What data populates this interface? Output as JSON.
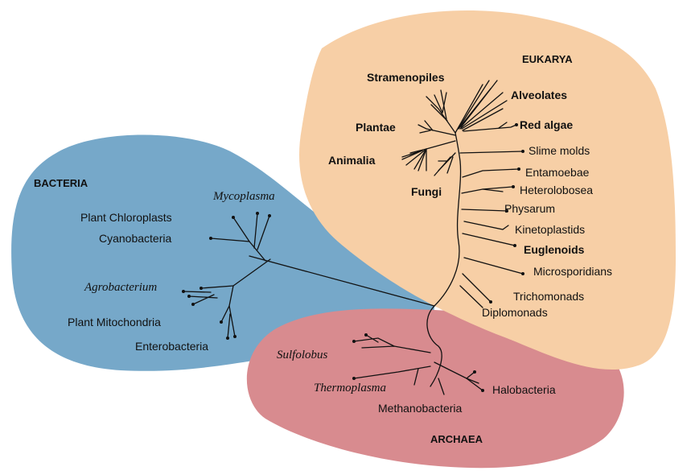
{
  "domains": {
    "bacteria": {
      "label": "BACTERIA",
      "color": "#76a8c9"
    },
    "eukarya": {
      "label": "EUKARYA",
      "color": "#f7cfa6"
    },
    "archaea": {
      "label": "ARCHAEA",
      "color": "#d88b8f"
    }
  },
  "bacteria_groups": {
    "mycoplasma": "Mycoplasma",
    "plant_chloroplasts": "Plant Chloroplasts",
    "cyanobacteria": "Cyanobacteria",
    "agrobacterium": "Agrobacterium",
    "plant_mitochondria": "Plant Mitochondria",
    "enterobacteria": "Enterobacteria"
  },
  "eukarya_groups": {
    "stramenopiles": "Stramenopiles",
    "alveolates": "Alveolates",
    "plantae": "Plantae",
    "red_algae": "Red algae",
    "animalia": "Animalia",
    "fungi": "Fungi",
    "slime_molds": "Slime molds",
    "entamoebae": "Entamoebae",
    "heterolobosea": "Heterolobosea",
    "physarum": "Physarum",
    "kinetoplastids": "Kinetoplastids",
    "euglenoids": "Euglenoids",
    "microsporidians": "Microsporidians",
    "trichomonads": "Trichomonads",
    "diplomonads": "Diplomonads"
  },
  "archaea_groups": {
    "sulfolobus": "Sulfolobus",
    "thermoplasma": "Thermoplasma",
    "halobacteria": "Halobacteria",
    "methanobacteria": "Methanobacteria"
  }
}
